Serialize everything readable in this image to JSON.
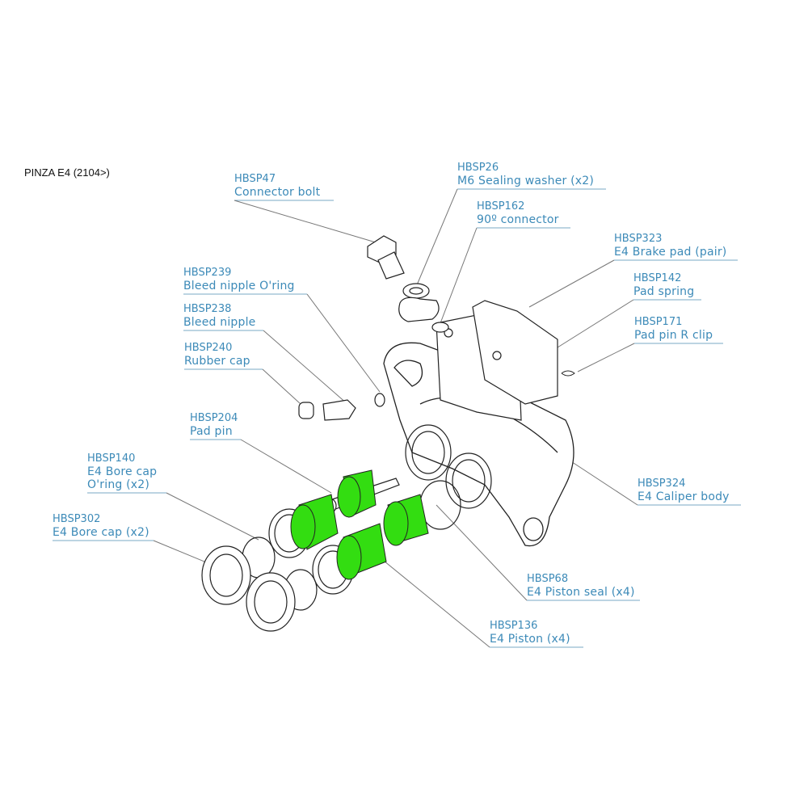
{
  "title": "PINZA E4 (2104>)",
  "colors": {
    "label": "#3c8ab8",
    "piston": "#33dd11",
    "line": "#222222"
  },
  "parts": [
    {
      "code": "HBSP47",
      "desc": [
        "Connector bolt"
      ]
    },
    {
      "code": "HBSP26",
      "desc": [
        "M6 Sealing washer (x2)"
      ]
    },
    {
      "code": "HBSP162",
      "desc": [
        "90º connector"
      ]
    },
    {
      "code": "HBSP323",
      "desc": [
        "E4 Brake pad (pair)"
      ]
    },
    {
      "code": "HBSP142",
      "desc": [
        "Pad spring"
      ]
    },
    {
      "code": "HBSP171",
      "desc": [
        "Pad pin R clip"
      ]
    },
    {
      "code": "HBSP239",
      "desc": [
        "Bleed nipple O'ring"
      ]
    },
    {
      "code": "HBSP238",
      "desc": [
        "Bleed nipple"
      ]
    },
    {
      "code": "HBSP240",
      "desc": [
        "Rubber cap"
      ]
    },
    {
      "code": "HBSP204",
      "desc": [
        "Pad pin"
      ]
    },
    {
      "code": "HBSP140",
      "desc": [
        "E4 Bore cap",
        "O'ring (x2)"
      ]
    },
    {
      "code": "HBSP302",
      "desc": [
        "E4 Bore cap (x2)"
      ]
    },
    {
      "code": "HBSP324",
      "desc": [
        "E4 Caliper body"
      ]
    },
    {
      "code": "HBSP68",
      "desc": [
        "E4 Piston seal (x4)"
      ]
    },
    {
      "code": "HBSP136",
      "desc": [
        "E4 Piston (x4)"
      ]
    }
  ]
}
